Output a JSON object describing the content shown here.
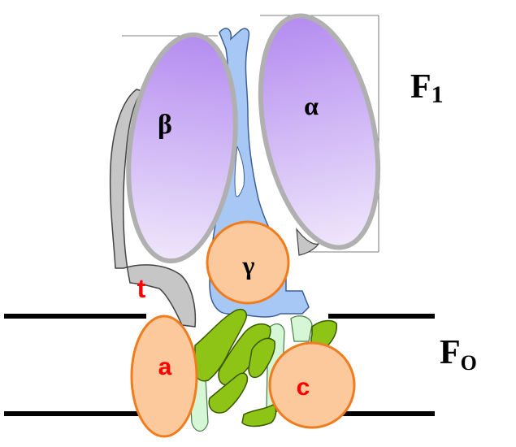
{
  "colors": {
    "purple_top": "#b48cf0",
    "purple_bottom": "#efe6fb",
    "blue": "#a7c8f5",
    "grey": "#c6c6c6",
    "peach": "#fcc99c",
    "orange_stroke": "#f07c1e",
    "green": "#8ec416",
    "pale_green": "#d6f7d6",
    "red": "#ff0000",
    "black": "#000000"
  },
  "labels": {
    "beta": "β",
    "alpha": "α",
    "gamma": "γ",
    "f1": "F",
    "f1_sub": "1",
    "fo": "F",
    "fo_sub": "O",
    "t": "t",
    "a": "a",
    "c": "c"
  }
}
